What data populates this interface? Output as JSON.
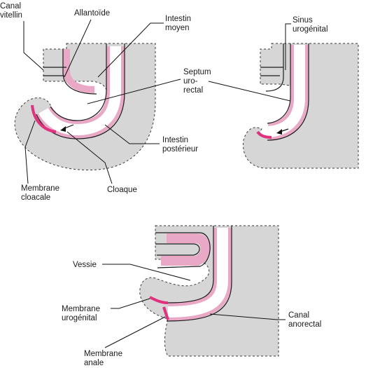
{
  "colors": {
    "tissue": "#d6d6d6",
    "epithelium": "#e9a9c6",
    "membrane": "#e0307e",
    "ink": "#1a1a1a"
  },
  "panels": {
    "top_left": {
      "labels": {
        "canal_vitellin": [
          "Canal",
          "vitellin"
        ],
        "allantoide": [
          "Allantoïde"
        ],
        "intestin_moyen": [
          "Intestin",
          "moyen"
        ],
        "septum_urorectal": [
          "Septum",
          "uro-",
          "rectal"
        ],
        "intestin_posterieur": [
          "Intestin",
          "postérieur"
        ],
        "membrane_cloacale": [
          "Membrane",
          "cloacale"
        ],
        "cloaque": [
          "Cloaque"
        ]
      }
    },
    "top_right": {
      "labels": {
        "sinus_urogenital": [
          "Sinus",
          "urogénital"
        ]
      }
    },
    "bottom": {
      "labels": {
        "vessie": [
          "Vessie"
        ],
        "membrane_urogenital": [
          "Membrane",
          "urogénital"
        ],
        "canal_anorectal": [
          "Canal",
          "anorectal"
        ],
        "membrane_anale": [
          "Membrane",
          "anale"
        ]
      }
    }
  }
}
